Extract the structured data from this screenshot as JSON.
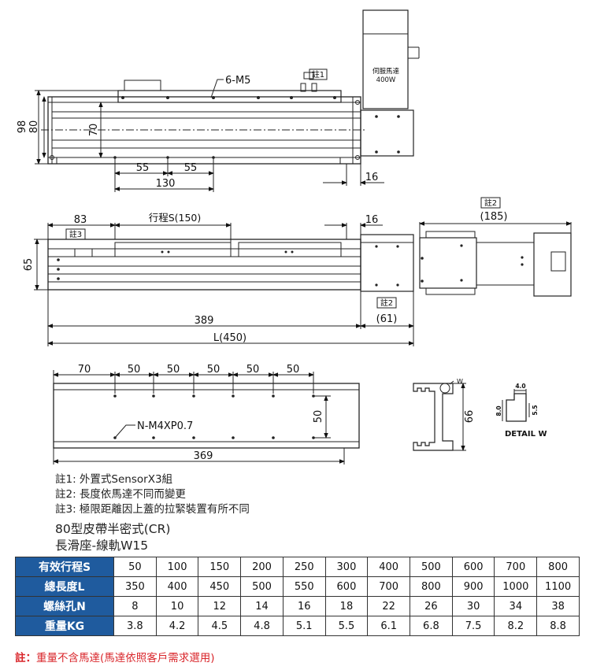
{
  "drawing": {
    "top_view": {
      "dim_98": "98",
      "dim_80": "80",
      "dim_70": "70",
      "dim_55a": "55",
      "dim_55b": "55",
      "dim_130": "130",
      "dim_16": "16",
      "holes_label": "6-M5",
      "note1_tag": "註1",
      "motor_label_1": "伺服馬達",
      "motor_label_2": "400W"
    },
    "side_view": {
      "dim_83": "83",
      "stroke_label": "行程S(150)",
      "dim_16": "16",
      "note3_tag": "註3",
      "dim_65": "65",
      "note2_tag": "註2",
      "dim_61": "(61)",
      "dim_389": "389",
      "dim_L": "L(450)"
    },
    "motor_view": {
      "note2_tag": "註2",
      "dim_185": "(185)"
    },
    "bottom_view": {
      "dim_70": "70",
      "dim_50_1": "50",
      "dim_50_2": "50",
      "dim_50_3": "50",
      "dim_50_4": "50",
      "dim_50_5": "50",
      "dim_50_v": "50",
      "holes_label": "N-M4XP0.7",
      "dim_369": "369"
    },
    "profile_view": {
      "w_mark": "W",
      "dim_66": "66"
    },
    "detail_view": {
      "dim_4": "4.0",
      "dim_8": "8.0",
      "dim_5": "5.5",
      "title": "DETAIL W"
    }
  },
  "notes": [
    "註1: 外置式SensorX3組",
    "註2: 長度依馬達不同而變更",
    "註3: 極限距離因上蓋的拉緊裝置有所不同"
  ],
  "model_lines": [
    "80型皮帶半密式(CR)",
    "長滑座-線軌W15"
  ],
  "spec_table": {
    "rows": [
      {
        "header": "有效行程S",
        "values": [
          "50",
          "100",
          "150",
          "200",
          "250",
          "300",
          "400",
          "500",
          "600",
          "700",
          "800"
        ]
      },
      {
        "header": "總長度L",
        "values": [
          "350",
          "400",
          "450",
          "500",
          "550",
          "600",
          "700",
          "800",
          "900",
          "1000",
          "1100"
        ]
      },
      {
        "header": "螺絲孔N",
        "values": [
          "8",
          "10",
          "12",
          "14",
          "16",
          "18",
          "22",
          "26",
          "30",
          "34",
          "38"
        ]
      },
      {
        "header": "重量KG",
        "values": [
          "3.8",
          "4.2",
          "4.5",
          "4.8",
          "5.1",
          "5.5",
          "6.1",
          "6.8",
          "7.5",
          "8.2",
          "8.8"
        ]
      }
    ]
  },
  "footnote": {
    "prefix": "註：",
    "text": "重量不含馬達(馬達依照客戶需求選用)"
  },
  "colors": {
    "table_header_bg": "#1f5b9e",
    "footnote_red": "#d9262b"
  }
}
